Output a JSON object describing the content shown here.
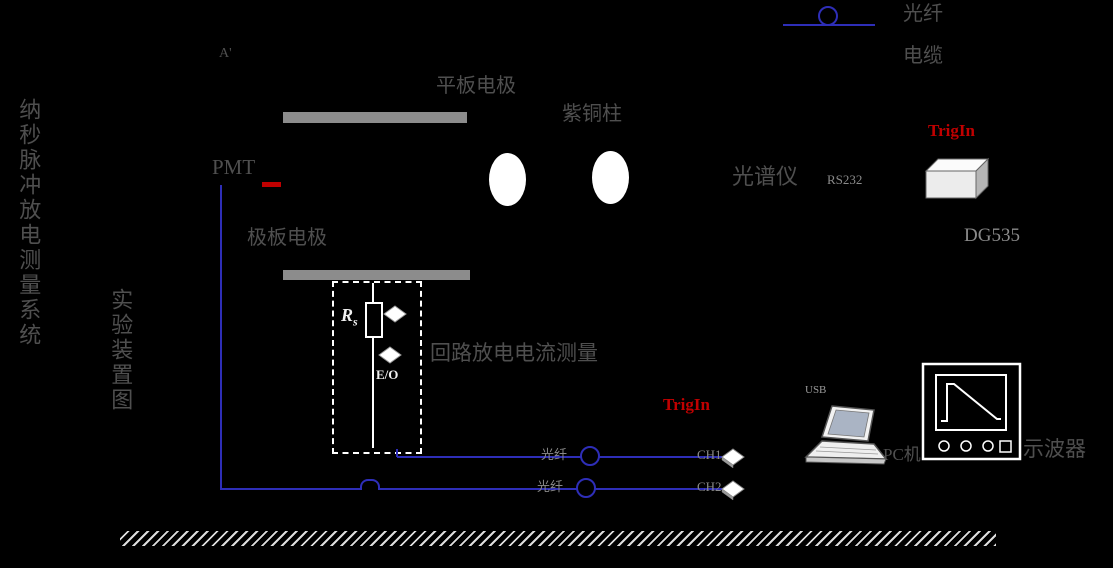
{
  "legend": {
    "fiber": "光纤",
    "cable": "电缆"
  },
  "left_captions": {
    "col1": "纳秒脉冲放电测量系统",
    "col2": "实验装置图"
  },
  "electrodes": {
    "top_label": "平板电极",
    "bottom_label": "极板电极",
    "pillar_label": "紫铜柱"
  },
  "devices": {
    "pmt": "PMT",
    "spectrometer": "光谱仪",
    "spectrometer_link": "RS232",
    "trig_in_top": "TrigIn",
    "trig_in_bottom": "TrigIn",
    "delay_generator": "DG535",
    "pc": "PC机",
    "pc_link": "USB",
    "oscilloscope": "示波器"
  },
  "measure_box": {
    "resistor_main": "R",
    "resistor_sub": "s",
    "eo": "E/O",
    "caption": "回路放电电流测量"
  },
  "lines": {
    "ch1_fiber": "光纤",
    "ch1": "CH1",
    "ch2_fiber": "光纤",
    "ch2": "CH2"
  },
  "misc": {
    "corner_mark": "A'"
  },
  "colors": {
    "background": "#000000",
    "cable_blue": "#2e2eb8",
    "label_dark": "#4f4f4f",
    "label_gray": "#8a8a8a",
    "alert_red": "#c00000",
    "electrode_gray": "#8c8c8c"
  }
}
